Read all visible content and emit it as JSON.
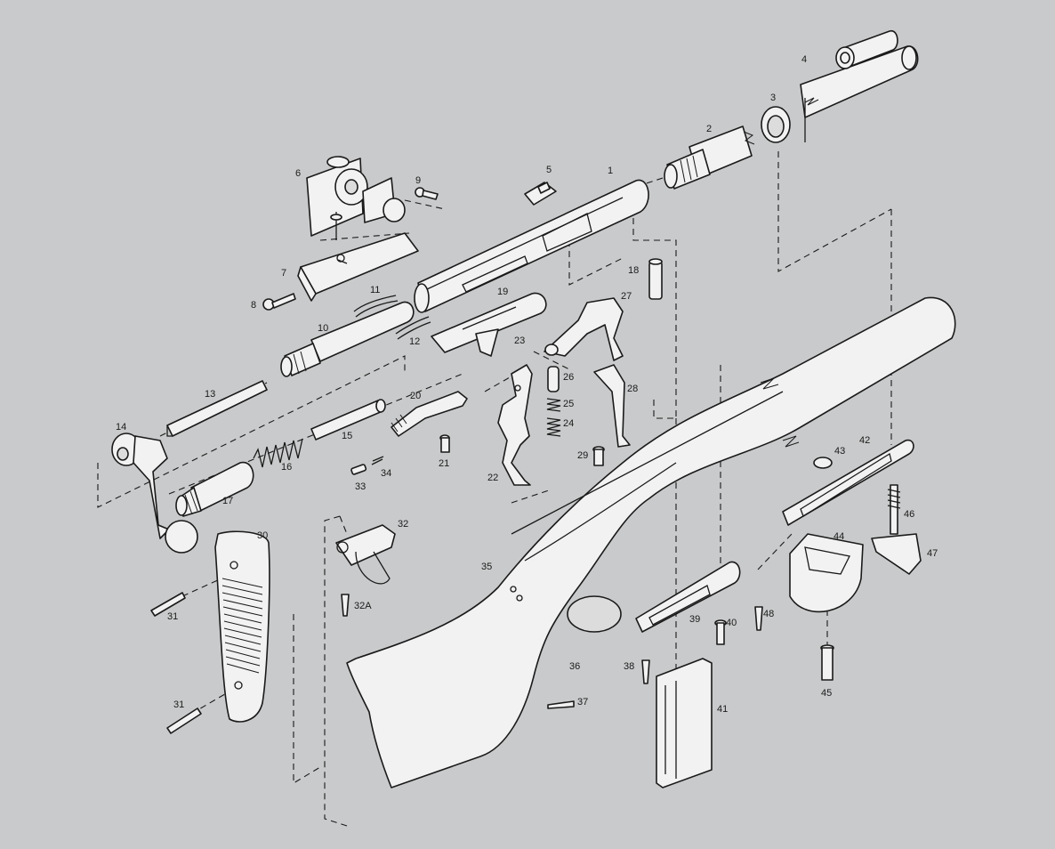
{
  "background_color": "#c9cacb",
  "line_color": "#1a1a1a",
  "part_fill_color": "#f2f2f2",
  "callouts": [
    {
      "id": "c1",
      "label": "1"
    },
    {
      "id": "c2",
      "label": "2"
    },
    {
      "id": "c3",
      "label": "3"
    },
    {
      "id": "c4",
      "label": "4"
    },
    {
      "id": "c5",
      "label": "5"
    },
    {
      "id": "c6",
      "label": "6"
    },
    {
      "id": "c7",
      "label": "7"
    },
    {
      "id": "c8",
      "label": "8"
    },
    {
      "id": "c9",
      "label": "9"
    },
    {
      "id": "c10",
      "label": "10"
    },
    {
      "id": "c11",
      "label": "11"
    },
    {
      "id": "c12",
      "label": "12"
    },
    {
      "id": "c13",
      "label": "13"
    },
    {
      "id": "c14",
      "label": "14"
    },
    {
      "id": "c15",
      "label": "15"
    },
    {
      "id": "c16",
      "label": "16"
    },
    {
      "id": "c17",
      "label": "17"
    },
    {
      "id": "c18",
      "label": "18"
    },
    {
      "id": "c19",
      "label": "19"
    },
    {
      "id": "c20",
      "label": "20"
    },
    {
      "id": "c21",
      "label": "21"
    },
    {
      "id": "c22",
      "label": "22"
    },
    {
      "id": "c23",
      "label": "23"
    },
    {
      "id": "c24",
      "label": "24"
    },
    {
      "id": "c25",
      "label": "25"
    },
    {
      "id": "c26",
      "label": "26"
    },
    {
      "id": "c27",
      "label": "27"
    },
    {
      "id": "c28",
      "label": "28"
    },
    {
      "id": "c29",
      "label": "29"
    },
    {
      "id": "c30",
      "label": "30"
    },
    {
      "id": "c31a",
      "label": "31"
    },
    {
      "id": "c31b",
      "label": "31"
    },
    {
      "id": "c32",
      "label": "32"
    },
    {
      "id": "c32a",
      "label": "32A"
    },
    {
      "id": "c33",
      "label": "33"
    },
    {
      "id": "c34",
      "label": "34"
    },
    {
      "id": "c35",
      "label": "35"
    },
    {
      "id": "c36",
      "label": "36"
    },
    {
      "id": "c37",
      "label": "37"
    },
    {
      "id": "c38",
      "label": "38"
    },
    {
      "id": "c39",
      "label": "39"
    },
    {
      "id": "c40",
      "label": "40"
    },
    {
      "id": "c41",
      "label": "41"
    },
    {
      "id": "c42",
      "label": "42"
    },
    {
      "id": "c43",
      "label": "43"
    },
    {
      "id": "c44",
      "label": "44"
    },
    {
      "id": "c45",
      "label": "45"
    },
    {
      "id": "c46",
      "label": "46"
    },
    {
      "id": "c47",
      "label": "47"
    },
    {
      "id": "c48",
      "label": "48"
    }
  ]
}
